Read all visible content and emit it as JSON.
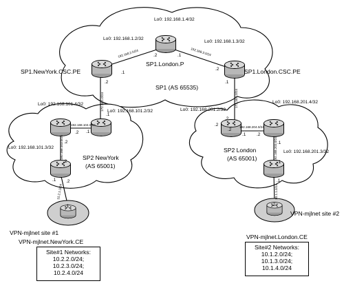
{
  "clouds": {
    "sp1": {
      "name": "SP1.London.P",
      "as_label": "SP1 (AS 65535)"
    },
    "sp2_ny": {
      "name": "SP2 NewYork",
      "as_label": "(AS 65001)"
    },
    "sp2_ld": {
      "name": "SP2 London",
      "as_label": "(AS 65001)"
    }
  },
  "routers": {
    "sp1_ny_pe": {
      "name": "SP1.NewYork.CSC.PE",
      "loopback": "Lo0: 192.168.1.2/32"
    },
    "sp1_p": {
      "loopback": "Lo0: 192.168.1.4/32"
    },
    "sp1_ld_pe": {
      "name": "SP1.London.CSC.PE",
      "loopback": "Lo0: 192.168.1.3/32"
    },
    "sp2_ny_a": {
      "loopback": "Lo0: 192.168.101.4/32"
    },
    "sp2_ny_b": {
      "loopback": "Lo0: 192.168.101.2/32"
    },
    "sp2_ny_pe": {
      "loopback": "Lo0: 192.168.101.3/32"
    },
    "sp2_ld_a": {
      "loopback": "Lo0: 192.168.201.2/32"
    },
    "sp2_ld_b": {
      "loopback": "Lo0: 192.168.201.4/32"
    },
    "sp2_ld_pe": {
      "loopback": "Lo0: 192.168.201.3/32"
    },
    "ce_ny": {
      "name": "VPN-mjlnet.NewYork.CE"
    },
    "ce_ld": {
      "name": "VPN-mjlnet.London.CE"
    }
  },
  "sites": {
    "site1": {
      "label": "VPN-mjlnet site #1"
    },
    "site2": {
      "label": "VPN-mjlnet site #2"
    }
  },
  "networks_boxes": {
    "site1": {
      "title": "Site#1 Networks:",
      "lines": [
        "10.2.2.0/24;",
        "10.2.3.0/24;",
        "10.2.4.0/24"
      ]
    },
    "site2": {
      "title": "Site#2 Networks:",
      "lines": [
        "10.1.2.0/24;",
        "10.1.3.0/24;",
        "10.1.4.0/24"
      ]
    }
  },
  "link_subnets": {
    "ny_pe_p": "192.168.2.0/24",
    "p_ld_pe": "192.168.3.0/24",
    "ny_pe_sp2": "172.16.1.0/24",
    "ld_pe_sp2": "172.16.2.0/24",
    "ny_a_b": "192.168.104.0/24",
    "ny_a_pe": "192.168.103.0/24",
    "ny_pe_ce": "10.2.1.0/24",
    "ld_a_b": "192.168.204.0/24",
    "ld_b_pe": "192.168.203.0/24",
    "ld_pe_ce": "10.1.1.0/24"
  },
  "ports": {
    "p1": ".1",
    "p2": ".2",
    "p3": ".2",
    "p4": ".1",
    "p5": ".1",
    "p6": ".2",
    "p7": ".1",
    "p8": ".2",
    "p9": ".1",
    "p10": ".2",
    "p11": ".2",
    "p12": ".1",
    "p13": ".2",
    "p14": ".1",
    "p15": ".2",
    "p16": ".1",
    "p17": ".2",
    "p18": ".1",
    "p19": ".1",
    "p20": ".2",
    "p21": ".2",
    "p22": ".1",
    "p23": ".2"
  }
}
